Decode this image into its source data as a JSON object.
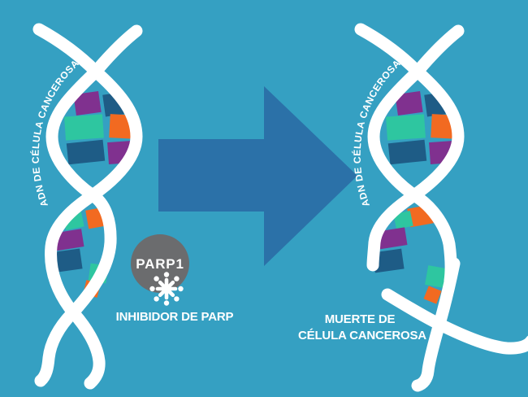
{
  "diagram": {
    "background_color": "#35A0C2",
    "strand_color": "#FFFFFF",
    "arrow": {
      "direction": "right",
      "color": "#2B71A8"
    },
    "block_colors": {
      "purple": "#80318F",
      "navy": "#1E5C86",
      "teal": "#2EC6A0",
      "orange": "#F26A21"
    },
    "left_dna": {
      "label": "ADN DE CÉLULA CANCEROSA"
    },
    "right_dna": {
      "label": "ADN DE CÉLULA CANCEROSA"
    },
    "parp": {
      "badge": "PARP1",
      "badge_color": "#6B6C6E",
      "icon": "asterisk-molecule-icon",
      "caption": "INHIBIDOR DE PARP"
    },
    "outcome": {
      "line1": "MUERTE DE",
      "line2": "CÉLULA CANCEROSA"
    }
  }
}
